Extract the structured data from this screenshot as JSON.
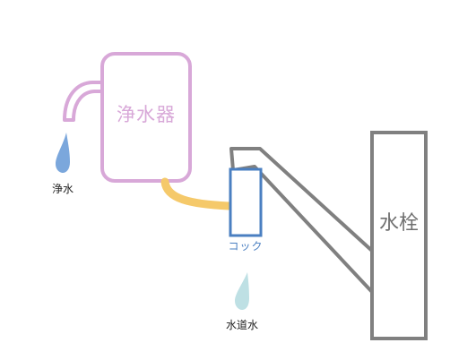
{
  "diagram": {
    "labels": {
      "water_purifier": "浄水器",
      "purified_water": "浄水",
      "cock": "コック",
      "tap_water": "水道水",
      "faucet": "水栓"
    },
    "colors": {
      "purifier": "#D8A8D8",
      "purified_drop": "#7BA7DC",
      "hose": "#F5C96A",
      "cock": "#4A7FC1",
      "tap_drop": "#BEE0E4",
      "faucet": "#808080",
      "label_dark": "#222222"
    }
  }
}
